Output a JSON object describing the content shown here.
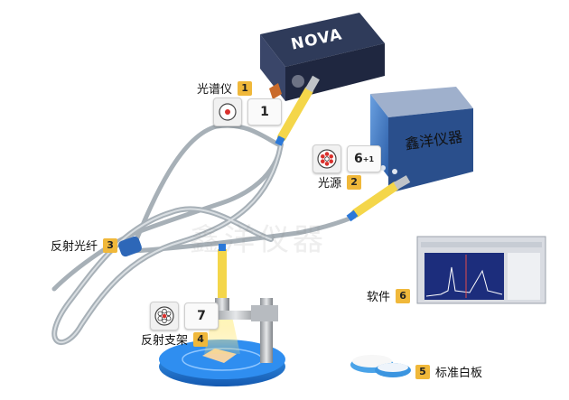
{
  "spectrometer": {
    "brand": "NOVA",
    "label": "光谱仪",
    "number": "1",
    "fiber_count": "1"
  },
  "light_source": {
    "label": "光源",
    "number": "2",
    "fiber_count_main": "6",
    "fiber_count_sup": "+1",
    "brand_text": "鑫洋仪器"
  },
  "fiber": {
    "label": "反射光纤",
    "number": "3"
  },
  "holder": {
    "label": "反射支架",
    "number": "4",
    "fiber_count": "7"
  },
  "white_board": {
    "label": "标准白板",
    "number": "5"
  },
  "software": {
    "label": "软件",
    "number": "6"
  },
  "watermark": "鑫洋仪器",
  "colors": {
    "badge": "#f0b83a",
    "fiber_sleeve": "#f4d64a",
    "connector_blue": "#2b78d8",
    "device_navy": "#27324f",
    "platform_blue": "#1f7fe0"
  }
}
